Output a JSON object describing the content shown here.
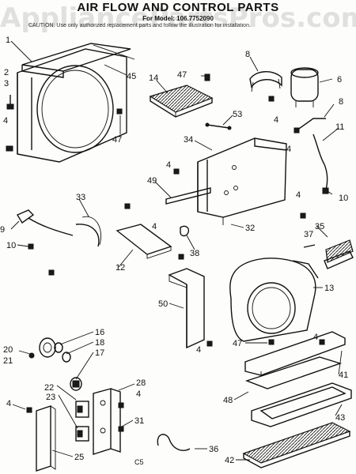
{
  "header": {
    "title": "AIR FLOW AND CONTROL PARTS",
    "model_line": "For Model: 106.7752090",
    "note": "CAUTION: Use only authorized replacement parts and follow the illustration for installation."
  },
  "watermark": {
    "text": "AppliancePartsPros.com"
  },
  "footer": {
    "code": "C5"
  },
  "callouts": [
    {
      "n": "1"
    },
    {
      "n": "2"
    },
    {
      "n": "3"
    },
    {
      "n": "4"
    },
    {
      "n": "45"
    },
    {
      "n": "47"
    },
    {
      "n": "14"
    },
    {
      "n": "47b",
      "label": "47"
    },
    {
      "n": "8"
    },
    {
      "n": "6"
    },
    {
      "n": "8b",
      "label": "8"
    },
    {
      "n": "4b",
      "label": "4"
    },
    {
      "n": "53"
    },
    {
      "n": "4c",
      "label": "4"
    },
    {
      "n": "11"
    },
    {
      "n": "34"
    },
    {
      "n": "4d",
      "label": "4"
    },
    {
      "n": "10"
    },
    {
      "n": "49"
    },
    {
      "n": "33"
    },
    {
      "n": "4e",
      "label": "4"
    },
    {
      "n": "4f",
      "label": "4"
    },
    {
      "n": "32"
    },
    {
      "n": "35"
    },
    {
      "n": "9"
    },
    {
      "n": "10b",
      "label": "10"
    },
    {
      "n": "12"
    },
    {
      "n": "38"
    },
    {
      "n": "37"
    },
    {
      "n": "13"
    },
    {
      "n": "50"
    },
    {
      "n": "47c",
      "label": "47"
    },
    {
      "n": "4g",
      "label": "4"
    },
    {
      "n": "4h",
      "label": "4"
    },
    {
      "n": "41"
    },
    {
      "n": "16"
    },
    {
      "n": "18"
    },
    {
      "n": "17"
    },
    {
      "n": "20"
    },
    {
      "n": "21"
    },
    {
      "n": "22"
    },
    {
      "n": "28"
    },
    {
      "n": "4i",
      "label": "4"
    },
    {
      "n": "48"
    },
    {
      "n": "23"
    },
    {
      "n": "4j",
      "label": "4"
    },
    {
      "n": "43"
    },
    {
      "n": "31"
    },
    {
      "n": "42"
    },
    {
      "n": "25"
    },
    {
      "n": "36"
    }
  ]
}
